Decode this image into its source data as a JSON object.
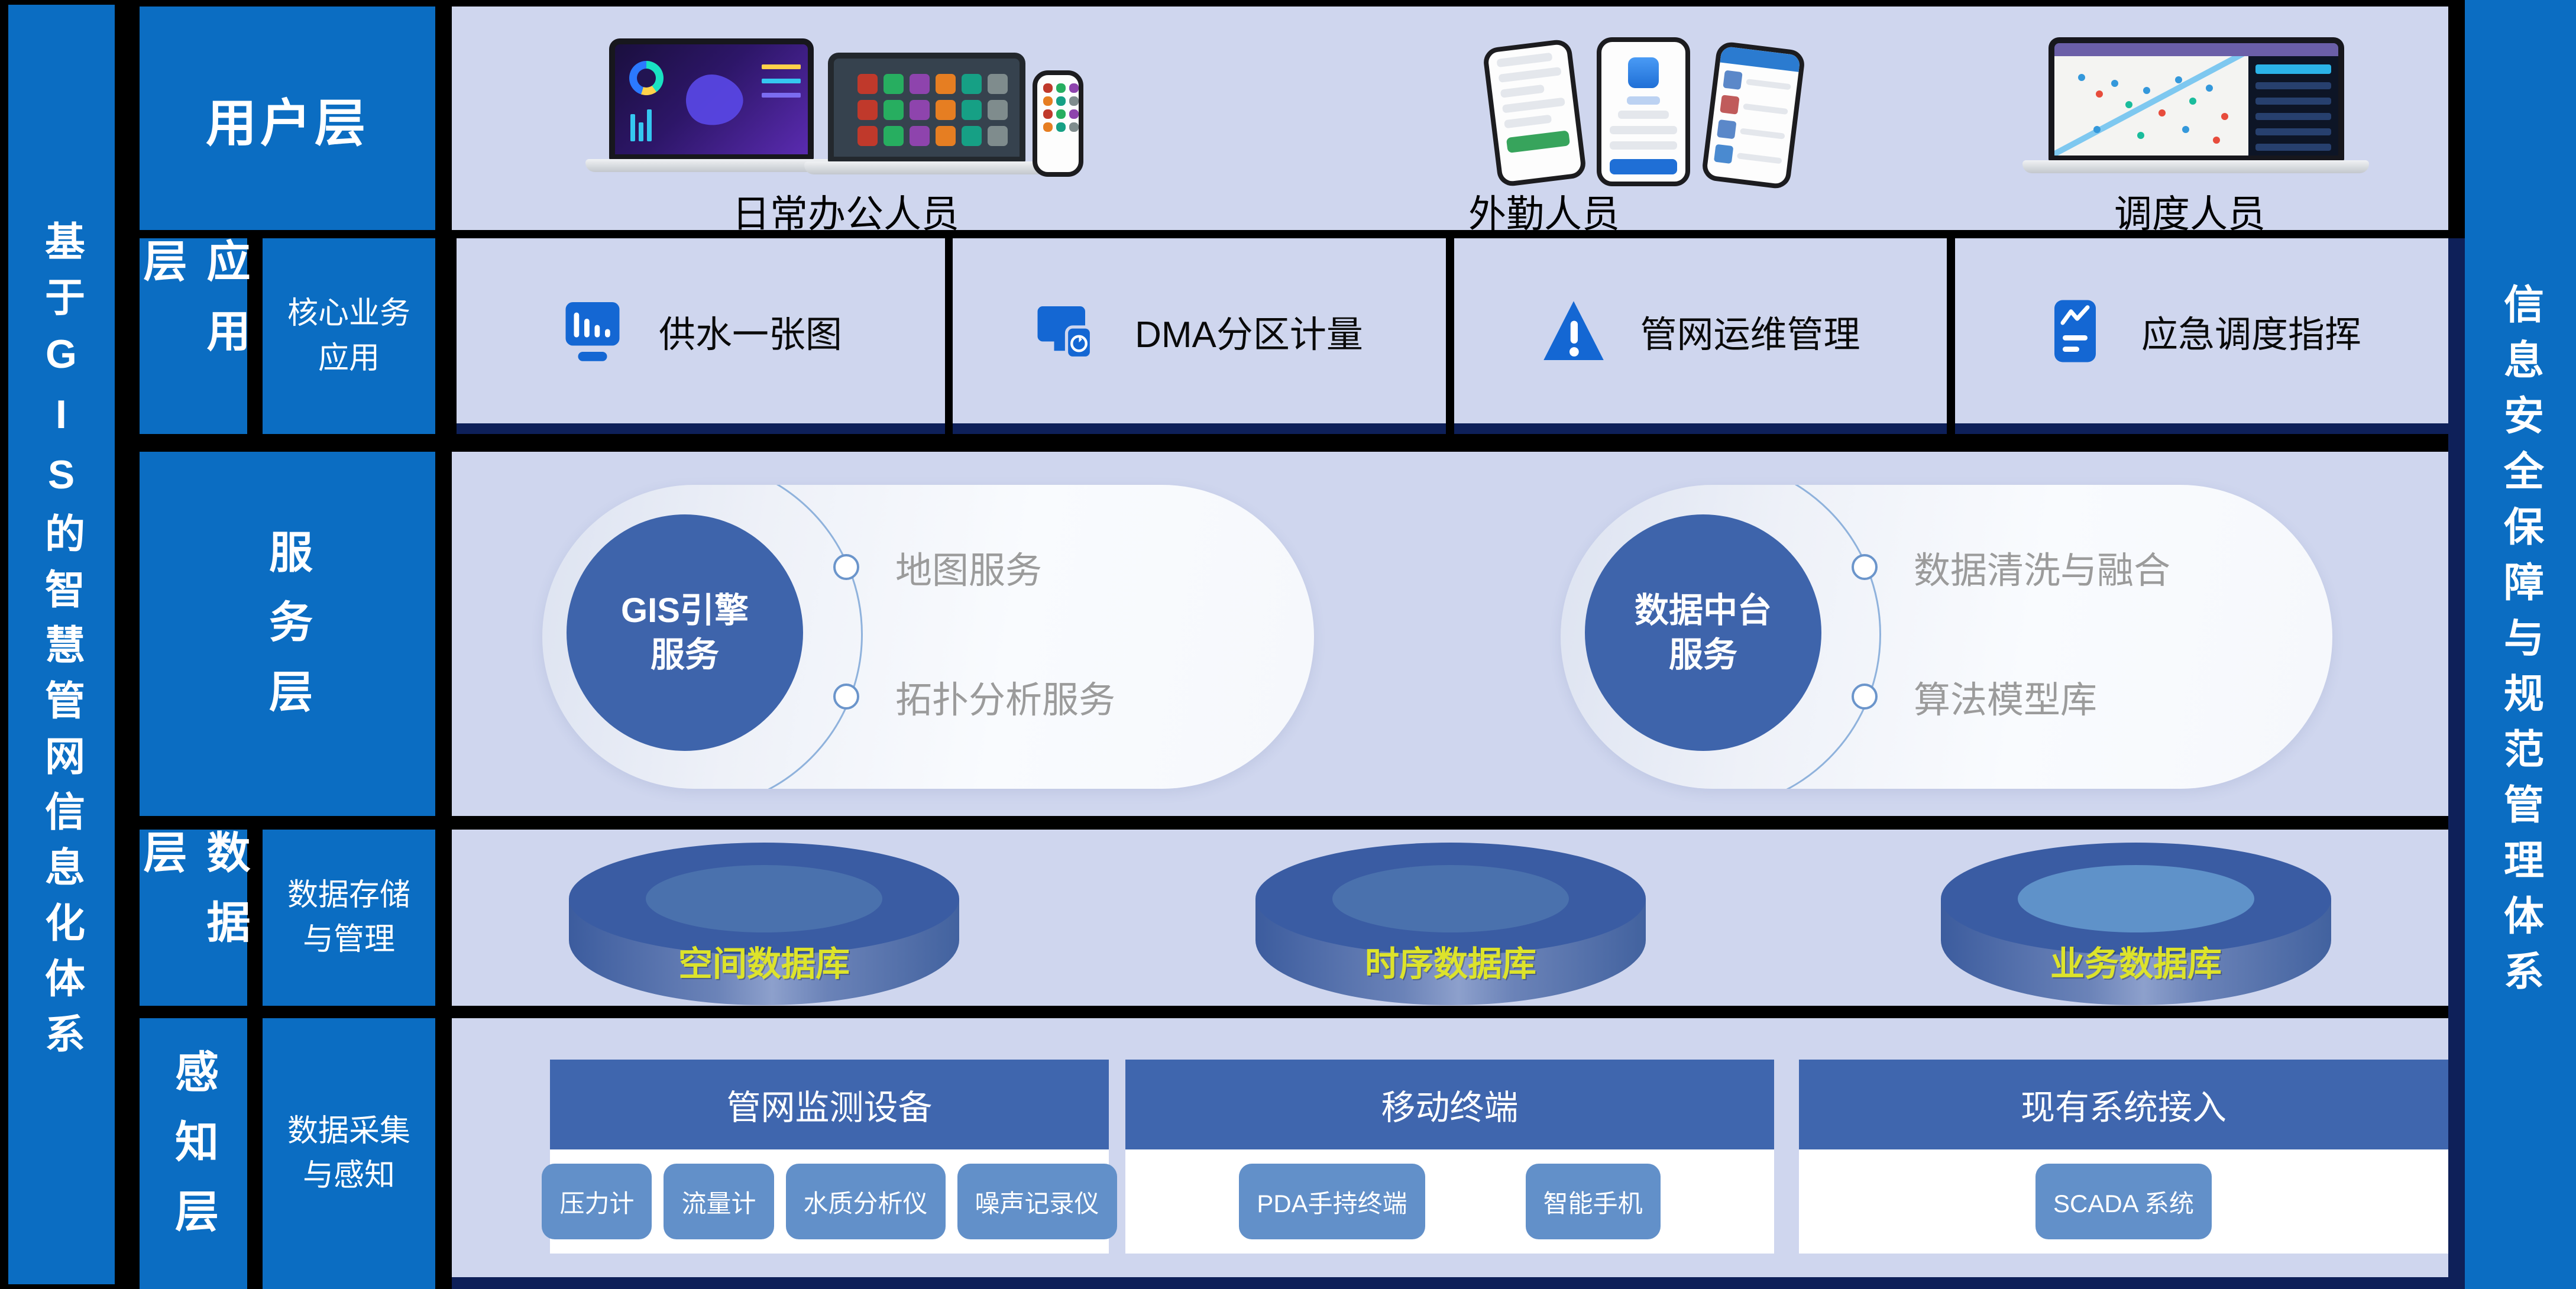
{
  "title_banners": {
    "left": "基于GIS的智慧管网信息化体系",
    "right": "信息安全保障与规范管理体系"
  },
  "user_layer": {
    "label": "用户层",
    "groups": [
      {
        "caption": "日常办公人员"
      },
      {
        "caption": "外勤人员"
      },
      {
        "caption": "调度人员"
      }
    ]
  },
  "app_layer": {
    "label": "应用层",
    "sublabel": "核心业务应用",
    "apps": [
      {
        "name": "供水一张图",
        "icon": "monitor-chart-icon"
      },
      {
        "name": "DMA分区计量",
        "icon": "multi-device-icon"
      },
      {
        "name": "管网运维管理",
        "icon": "warning-triangle-icon"
      },
      {
        "name": "应急调度指挥",
        "icon": "report-chart-icon"
      }
    ]
  },
  "service_layer": {
    "label": "服务层",
    "engines": [
      {
        "name_line1": "GIS引擎",
        "name_line2": "服务",
        "items": [
          {
            "text": "地图服务"
          },
          {
            "text": "拓扑分析服务"
          }
        ]
      },
      {
        "name_line1": "数据中台",
        "name_line2": "服务",
        "items": [
          {
            "text": "数据清洗与融合"
          },
          {
            "text": "算法模型库"
          }
        ]
      }
    ]
  },
  "data_layer": {
    "label": "数据层",
    "sublabel": "数据存储与管理",
    "databases": [
      {
        "name": "空间数据库"
      },
      {
        "name": "时序数据库"
      },
      {
        "name": "业务数据库"
      }
    ]
  },
  "perception_layer": {
    "label": "感知层",
    "sublabel": "数据采集与感知",
    "groups": [
      {
        "title": "管网监测设备",
        "items": [
          {
            "text": "压力计"
          },
          {
            "text": "流量计"
          },
          {
            "text": "水质分析仪"
          },
          {
            "text": "噪声记录仪"
          }
        ]
      },
      {
        "title": "移动终端",
        "items": [
          {
            "text": "PDA手持终端"
          },
          {
            "text": "智能手机"
          }
        ]
      },
      {
        "title": "现有系统接入",
        "items": [
          {
            "text": "SCADA 系统"
          }
        ]
      }
    ]
  },
  "colors": {
    "primary_blue": "#0b6dc2",
    "lavender": "#cfd6ee",
    "navy": "#0e2059",
    "icon_blue": "#1467d3",
    "engine_circle_blue": "#3e64ab",
    "sense_header_blue": "#3f66ae",
    "chip_blue": "#6290c9",
    "database_label_yellow": "#dde32b",
    "service_item_gray": "#9b9b9b"
  }
}
